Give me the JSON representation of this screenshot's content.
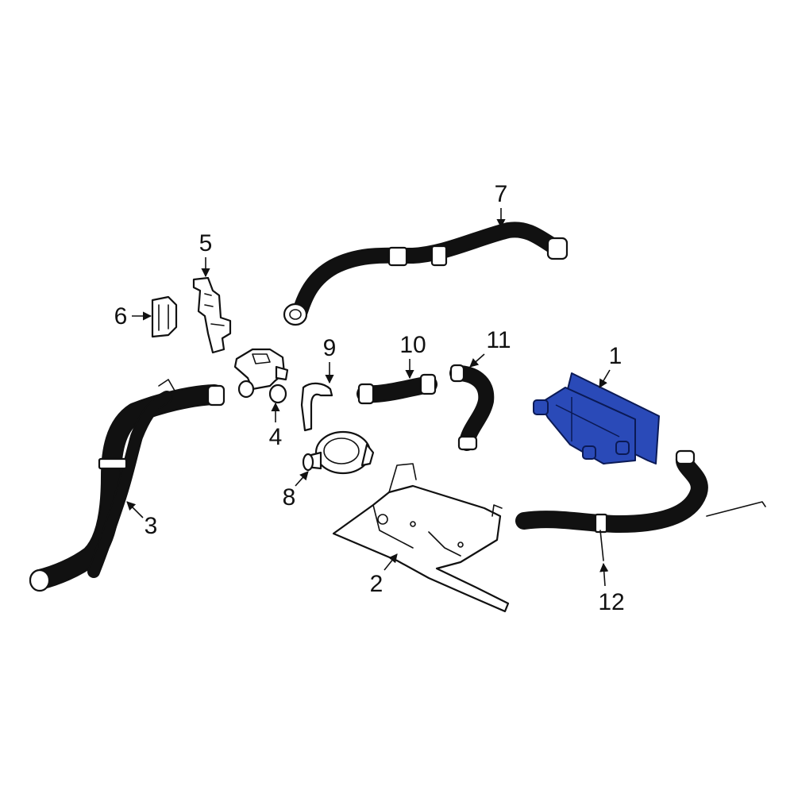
{
  "diagram": {
    "colors": {
      "line": "#111111",
      "background": "#ffffff",
      "highlight_fill": "#2a4ab8",
      "highlight_stroke": "#0b1a55"
    },
    "callouts": [
      {
        "id": "1",
        "label": "1"
      },
      {
        "id": "2",
        "label": "2"
      },
      {
        "id": "3",
        "label": "3"
      },
      {
        "id": "4",
        "label": "4"
      },
      {
        "id": "5",
        "label": "5"
      },
      {
        "id": "6",
        "label": "6"
      },
      {
        "id": "7",
        "label": "7"
      },
      {
        "id": "8",
        "label": "8"
      },
      {
        "id": "9",
        "label": "9"
      },
      {
        "id": "10",
        "label": "10"
      },
      {
        "id": "11",
        "label": "11"
      },
      {
        "id": "12",
        "label": "12"
      }
    ],
    "highlighted_part": "1"
  }
}
